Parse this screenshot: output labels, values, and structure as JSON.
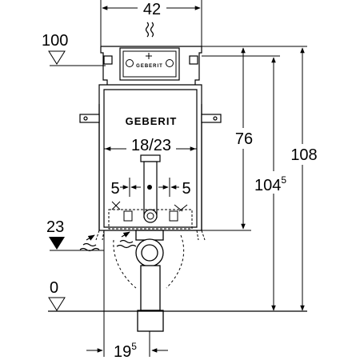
{
  "diagram": {
    "brand": "GEBERIT",
    "dimensions": {
      "frame_width": "42",
      "height_actuation": "76",
      "height_total": "104",
      "height_total_sup": "5",
      "height_max": "108",
      "pipe_spacing": "18/23",
      "offset_left": "5",
      "offset_right": "5",
      "outlet_offset": "19",
      "outlet_offset_sup": "5"
    },
    "levels": {
      "top": "100",
      "supply": "23",
      "floor": "0"
    }
  }
}
